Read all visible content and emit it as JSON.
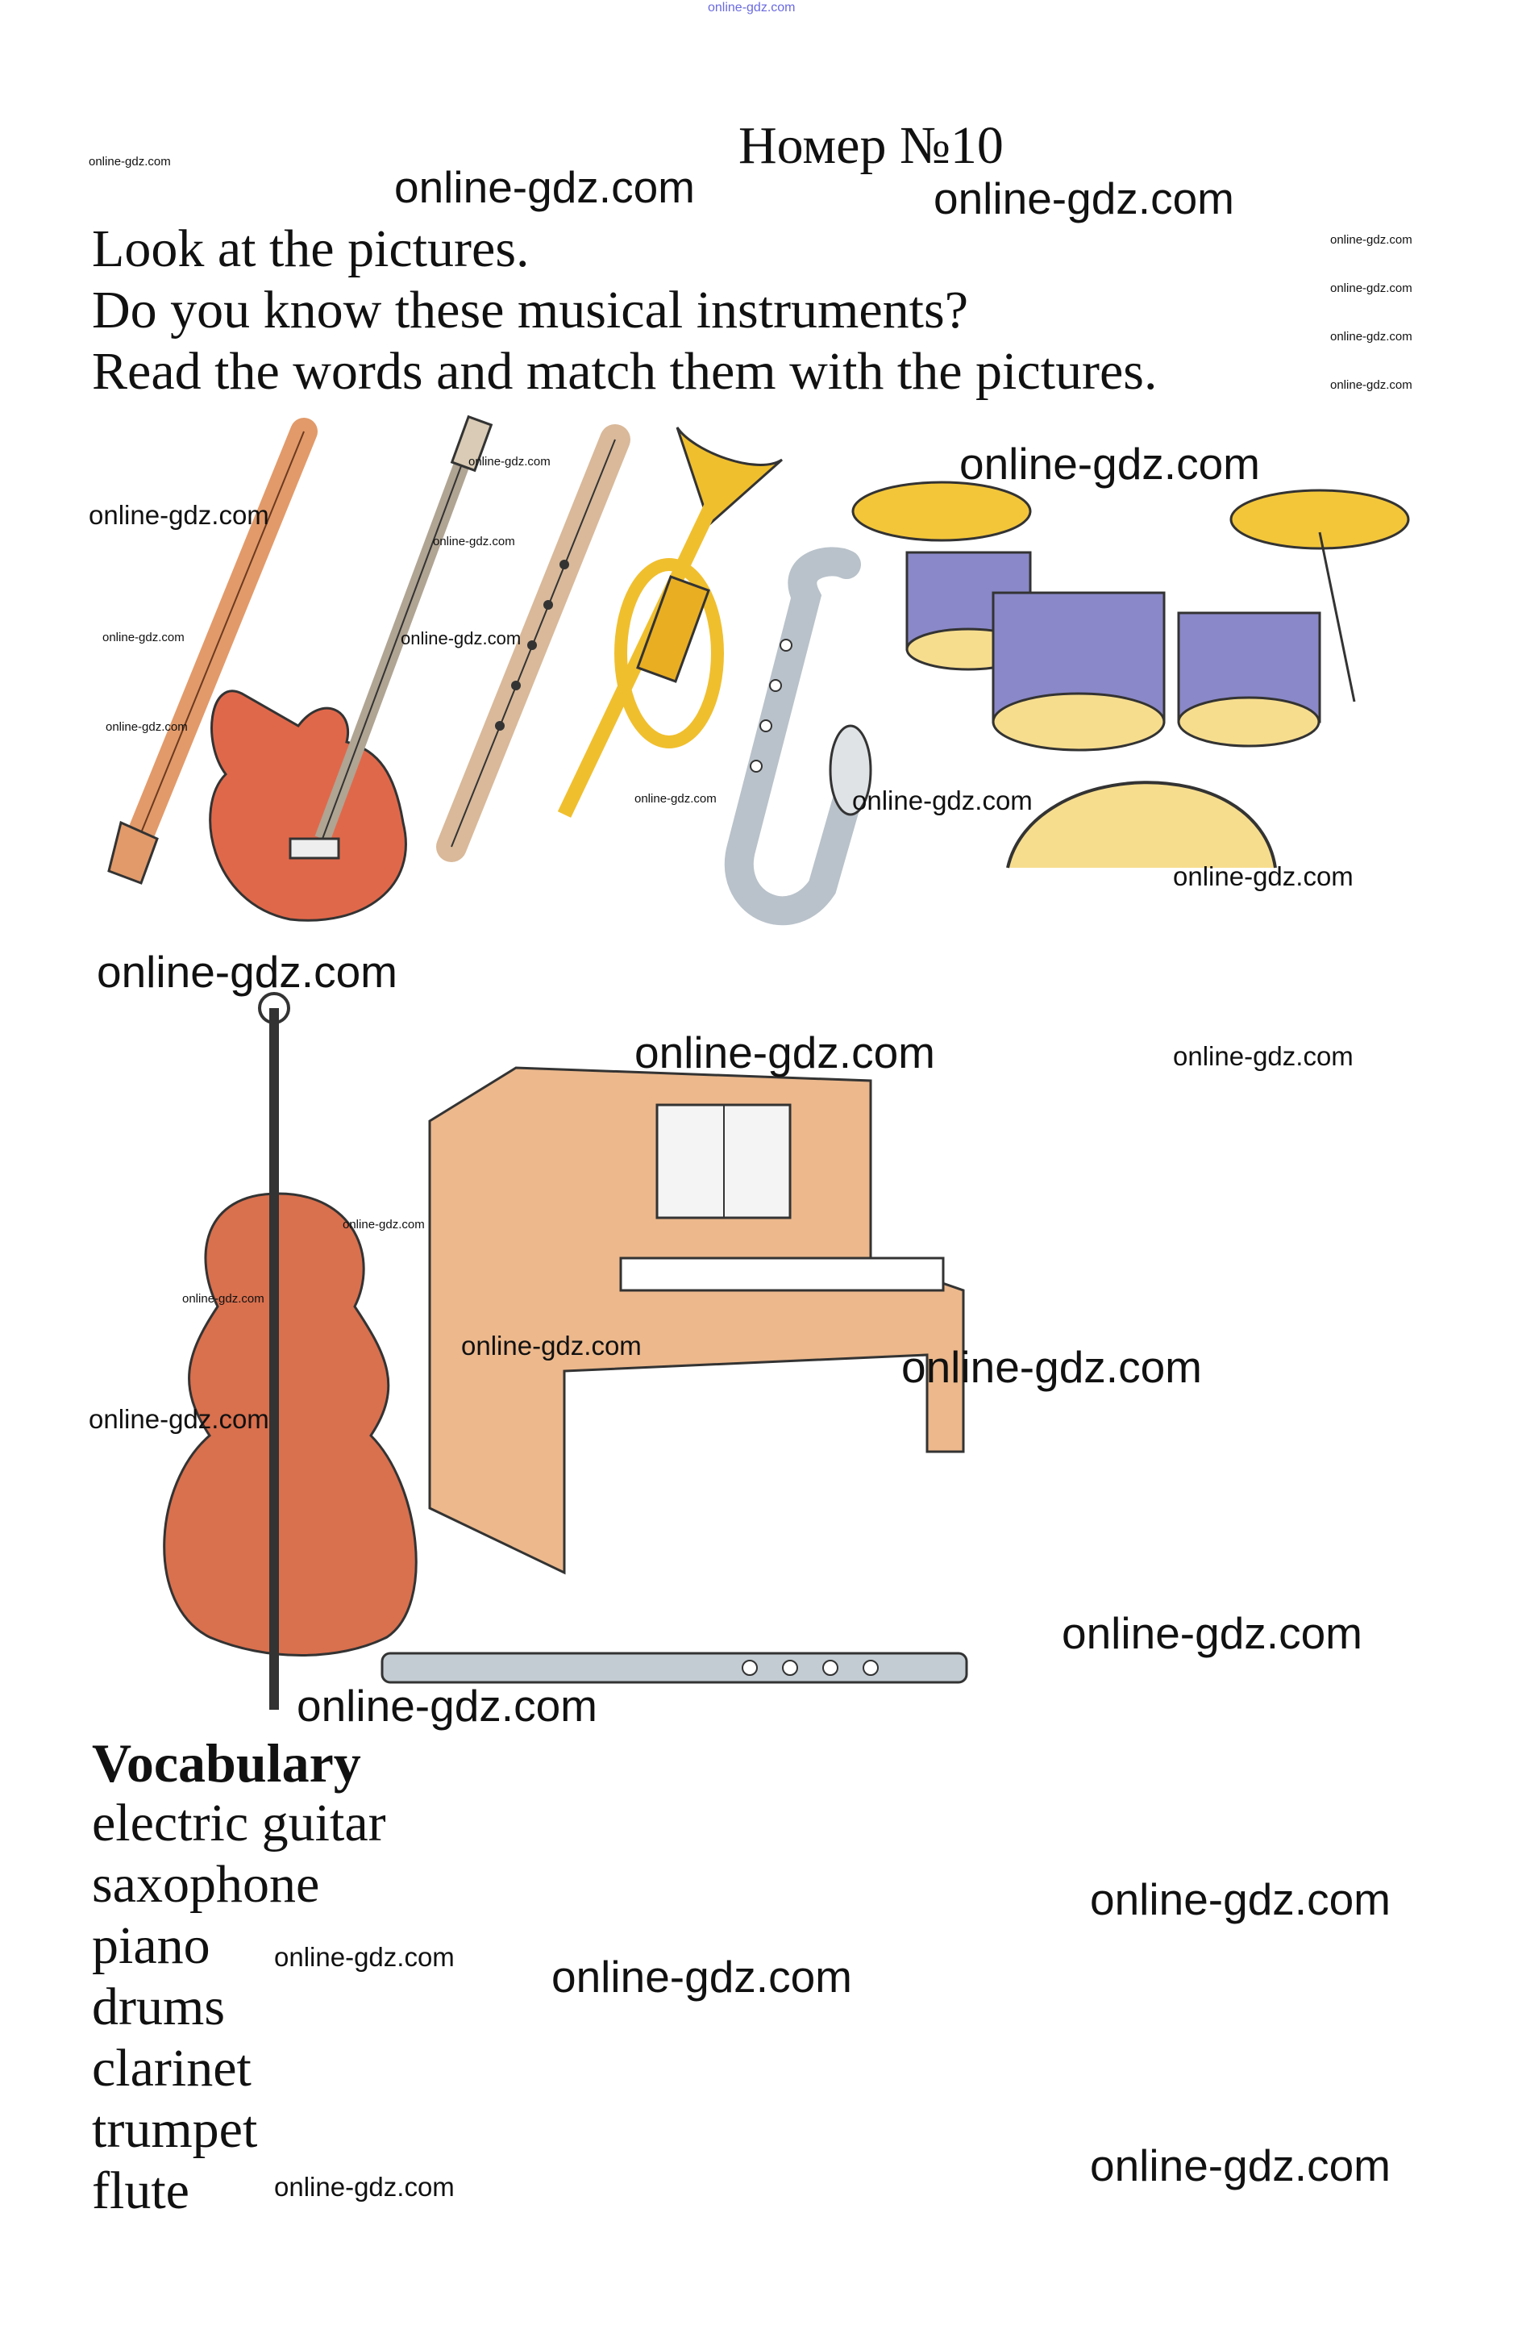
{
  "watermark": "online-gdz.com",
  "title": "Номер №10",
  "instructions": [
    "Look at the pictures.",
    "Do you know these musical instruments?",
    "Read the words and match them with the pictures."
  ],
  "vocabulary": {
    "heading": "Vocabulary",
    "items": [
      "electric guitar",
      "saxophone",
      "piano",
      "drums",
      "clarinet",
      "trumpet",
      "flute"
    ]
  },
  "colors": {
    "clarinet": "#e29a6a",
    "guitar": "#e0684a",
    "recorder": "#d9b99a",
    "trumpet": "#f0bf2e",
    "saxophone": "#b9c2ca",
    "drum": "#8a88c8",
    "cymbal": "#f3c63a",
    "cello": "#d9704e",
    "piano": "#ecb88c",
    "flute": "#c3ccd2"
  }
}
